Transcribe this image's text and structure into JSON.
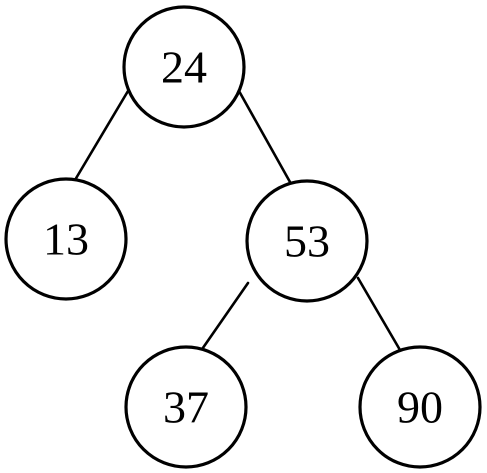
{
  "tree": {
    "nodes": [
      {
        "id": "n24",
        "label": "24"
      },
      {
        "id": "n13",
        "label": "13"
      },
      {
        "id": "n53",
        "label": "53"
      },
      {
        "id": "n37",
        "label": "37"
      },
      {
        "id": "n90",
        "label": "90"
      }
    ],
    "edges": [
      {
        "from": "n24",
        "to": "n13"
      },
      {
        "from": "n24",
        "to": "n53"
      },
      {
        "from": "n53",
        "to": "n37"
      },
      {
        "from": "n53",
        "to": "n90"
      }
    ],
    "colors": {
      "stroke": "#000000",
      "fill": "#ffffff",
      "text": "#000000"
    }
  }
}
